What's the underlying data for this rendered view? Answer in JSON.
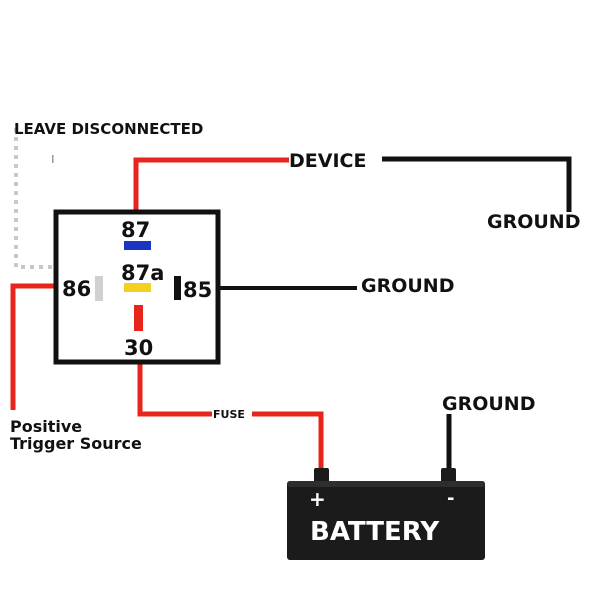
{
  "labels": {
    "leave_disconnected": "LEAVE DISCONNECTED",
    "device": "DEVICE",
    "ground_top": "GROUND",
    "ground_mid": "GROUND",
    "ground_battery": "GROUND",
    "fuse": "FUSE",
    "positive_line1": "Positive",
    "positive_line2": "Trigger Source",
    "battery": "BATTERY",
    "battery_plus": "+",
    "battery_minus": "-"
  },
  "relay": {
    "pin_87": "87",
    "pin_87a": "87a",
    "pin_86": "86",
    "pin_85": "85",
    "pin_30": "30"
  },
  "colors": {
    "wire_red": "#e8241d",
    "wire_black": "#111111",
    "wire_disconnected": "#c8c8c8",
    "pin_87": "#1a35c4",
    "pin_87a": "#f2d21e",
    "pin_86": "#d0d0d0",
    "pin_85": "#111111",
    "pin_30": "#e8241d",
    "battery_body": "#1b1b1b"
  }
}
